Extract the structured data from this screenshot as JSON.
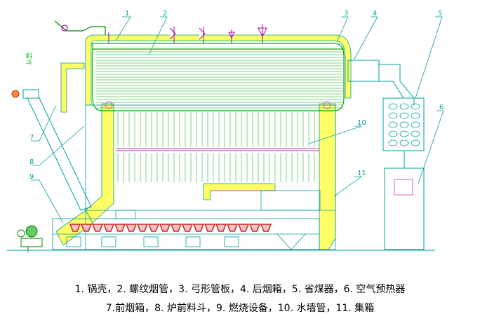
{
  "callouts": [
    {
      "num": "1"
    },
    {
      "num": "2"
    },
    {
      "num": "3"
    },
    {
      "num": "4"
    },
    {
      "num": "5"
    },
    {
      "num": "6"
    },
    {
      "num": "7"
    },
    {
      "num": "8"
    },
    {
      "num": "9"
    },
    {
      "num": "10"
    },
    {
      "num": "11"
    }
  ],
  "vertical_label": "料斗",
  "caption": {
    "line1": "1. 锅壳，2. 螺纹烟管，3. 弓形管板，4. 后烟箱，5. 省煤器，6. 空气预热器",
    "line2": "7.前烟箱，8. 炉前料斗，9. 燃烧设备，10. 水墙管，11. 集箱"
  },
  "colors": {
    "line": "#00a0a0",
    "shell": "#00aa00",
    "refractory": "#ffff66",
    "grate": "#cc2222",
    "valve": "#aa00aa"
  }
}
